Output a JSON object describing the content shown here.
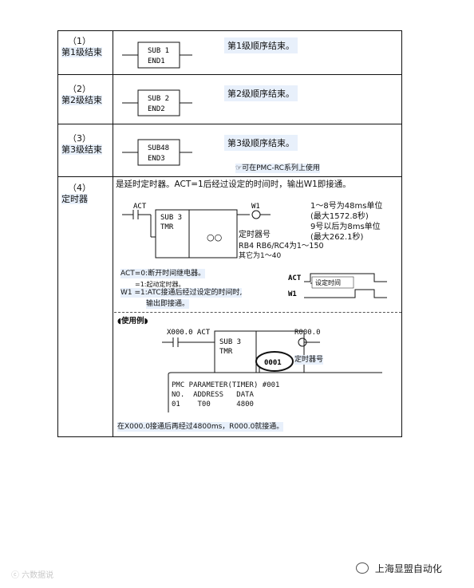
{
  "rows": [
    {
      "num": "（1）",
      "label": "第1级结束",
      "func": "SUB 1",
      "code": "END1",
      "desc": "第1级顺序结束。"
    },
    {
      "num": "（2）",
      "label": "第2级结束",
      "func": "SUB 2",
      "code": "END2",
      "desc": "第2级顺序结束。"
    },
    {
      "num": "（3）",
      "label": "第3级结束",
      "func": "SUB48",
      "code": "END3",
      "desc": "第3级顺序结束。",
      "note": "☞可在PMC-RC系列上使用"
    },
    {
      "num": "（4）",
      "label": "定时器"
    }
  ],
  "timer": {
    "intro": "是延时定时器。ACT=1后经过设定的时间时，输出W1即接通。",
    "act": "ACT",
    "w1": "W1",
    "func": "SUB 3",
    "code": "TMR",
    "coil_symbol": "○○",
    "range1": "1～8号为48ms单位",
    "range1b": "(最大1572.8秒)",
    "range2": "9号以后为8ms单位",
    "range2b": "(最大262.1秒)",
    "timer_no_label": "定时器号",
    "timer_no_range": "RB4 RB6/RC4为1～150",
    "timer_no_other": "其它为1～40",
    "act0": "ACT=0:断开时间继电器。",
    "act0_small": "=1:起动定时器。",
    "w1_line": "W1 =1:ATC接通后经过设定的时间时,",
    "w1_line2": "输出即接通。",
    "timing_act": "ACT",
    "timing_w1": "W1",
    "timing_label": "设定时间"
  },
  "example": {
    "heading": "◖使用例◗",
    "input": "X000.0 ACT",
    "func": "SUB 3",
    "code": "TMR",
    "output": "R000.0",
    "timer_value": "0001",
    "timer_label": "定时器号",
    "param_title": "PMC PARAMETER(TIMER) #001",
    "param_header": "NO.  ADDRESS   DATA",
    "param_row": "01    T00      4800",
    "explain": "在X000.0接通后再经过4800ms，R000.0就接通。"
  },
  "footer": {
    "left": "ⓒ 六数据说",
    "right": "上海显盟自动化"
  }
}
